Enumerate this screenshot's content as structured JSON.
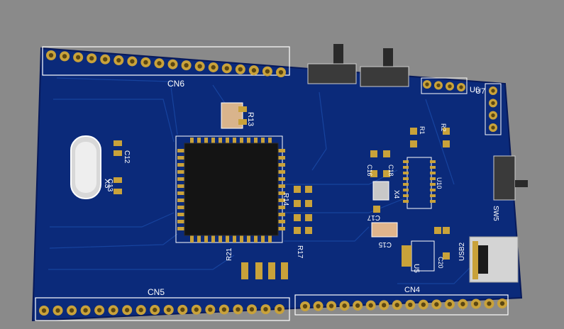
{
  "scene": {
    "description_free": true,
    "colors": {
      "background": "#8a8a8a",
      "board": "#0b2a7a",
      "board_edge": "#07195a",
      "trace": "#1a3f9c",
      "pad_gold": "#c9a23a",
      "silk": "#ffffff",
      "ic_body": "#141414"
    }
  },
  "labels": {
    "cn6": "CN6",
    "cn5": "CN5",
    "cn4": "CN4",
    "u7": "U7",
    "u6": "U6",
    "r13": "R13",
    "c12": "C12",
    "c13": "C13",
    "x3": "X3",
    "x4": "X4",
    "c16": "C16",
    "c18": "C18",
    "c17": "C17",
    "c15": "C15",
    "r14": "R14",
    "r17": "R17",
    "r21": "R21",
    "sw5": "SW5",
    "usb2": "USB2",
    "u5": "U5",
    "c20": "C20",
    "r2": "R2",
    "r1": "R1",
    "u10": "U10"
  },
  "headers": {
    "cn6_pins": 18,
    "cn5_pins": 18,
    "cn4_pins": 16,
    "u7_pins": 4,
    "u6_pins": 4
  }
}
